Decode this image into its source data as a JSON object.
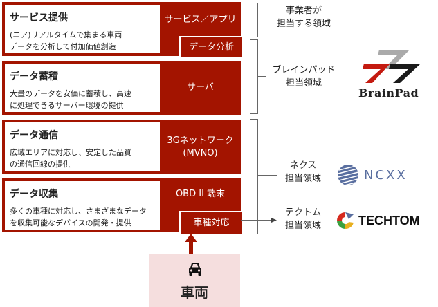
{
  "layers": [
    {
      "title": "サービス提供",
      "desc_lines": [
        "(ニア)リアルタイムで集まる車両",
        "データを分析して付加価値創造"
      ],
      "tech": "サービス／アプリ",
      "sub": "データ分析"
    },
    {
      "title": "データ蓄積",
      "desc_lines": [
        "大量のデータを安価に蓄積し、高速",
        "に処理できるサーバー環境の提供"
      ],
      "tech": "サーバ"
    },
    {
      "title": "データ通信",
      "desc_lines": [
        "広域エリアに対応し、安定した品質",
        "の通信回線の提供"
      ],
      "tech_lines": [
        "3Gネットワーク",
        "(MVNO)"
      ]
    },
    {
      "title": "データ収集",
      "desc_lines": [
        "多くの車種に対応し、さまざまなデータ",
        "を収集可能なデバイスの開発・提供"
      ],
      "tech": "OBD II 端末",
      "sub": "車種対応"
    }
  ],
  "vehicle": {
    "label": "車両",
    "icon": "car-icon"
  },
  "roles": [
    {
      "lines": [
        "事業者が",
        "担当する領域"
      ]
    },
    {
      "lines": [
        "ブレインパッド",
        "担当領域"
      ],
      "logo": "BrainPad"
    },
    {
      "lines": [
        "ネクス",
        "担当領域"
      ],
      "logo": "NCXX"
    },
    {
      "lines": [
        "テクトム",
        "担当領域"
      ],
      "logo": "TECHTOM"
    }
  ],
  "colors": {
    "accent": "#a31400",
    "vehicle_bg": "#f5dede"
  }
}
